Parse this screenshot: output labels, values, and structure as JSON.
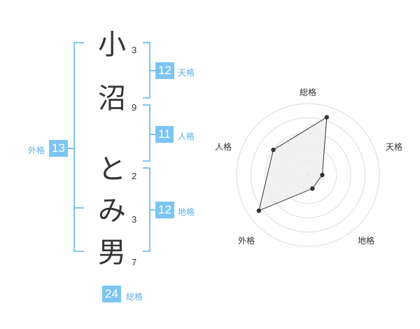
{
  "name": {
    "chars": [
      {
        "char": "小",
        "strokes": "3"
      },
      {
        "char": "沼",
        "strokes": "9"
      },
      {
        "char": "と",
        "strokes": "2"
      },
      {
        "char": "み",
        "strokes": "3"
      },
      {
        "char": "男",
        "strokes": "7"
      }
    ]
  },
  "kaku": {
    "tenkaku": {
      "label": "天格",
      "value": "12"
    },
    "jinkaku": {
      "label": "人格",
      "value": "11"
    },
    "chikaku": {
      "label": "地格",
      "value": "12"
    },
    "gaikaku": {
      "label": "外格",
      "value": "13"
    },
    "soukaku": {
      "label": "総格",
      "value": "24"
    }
  },
  "colors": {
    "accent": "#7cc5f2",
    "accent_text": "#5ab0e8",
    "ring": "#dddddd",
    "fill": "#eeeeee"
  },
  "chart_data": {
    "type": "radar",
    "axes": [
      "総格",
      "天格",
      "地格",
      "外格",
      "人格"
    ],
    "values": [
      0.85,
      0.2,
      0.2,
      0.85,
      0.6
    ],
    "rings": 5
  }
}
